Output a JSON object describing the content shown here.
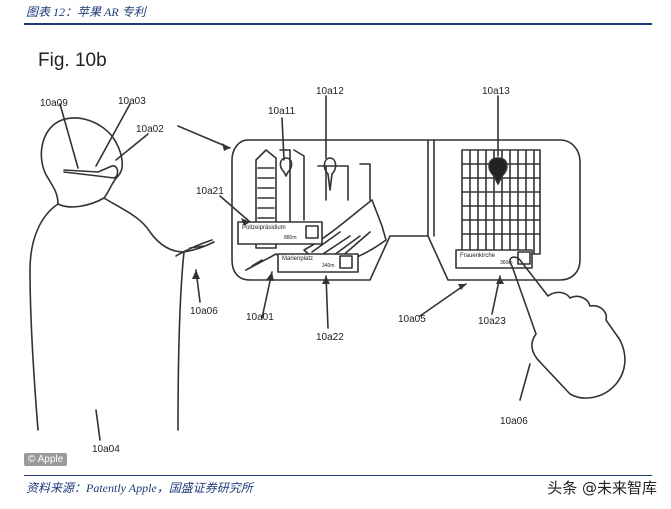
{
  "header": {
    "caption": "图表 12：苹果 AR 专利"
  },
  "figure": {
    "title": "Fig. 10b",
    "labels": {
      "l_10a09": "10a09",
      "l_10a03": "10a03",
      "l_10a02": "10a02",
      "l_10a11": "10a11",
      "l_10a12": "10a12",
      "l_10a13": "10a13",
      "l_10a21": "10a21",
      "l_10a06a": "10a06",
      "l_10a01": "10a01",
      "l_10a22": "10a22",
      "l_10a05": "10a05",
      "l_10a23": "10a23",
      "l_10a06b": "10a06",
      "l_10a04": "10a04"
    },
    "cards": {
      "card1_title": "Polizeipräsidium",
      "card1_dist": "880m",
      "card2_title": "Marienplatz",
      "card2_dist": "340m",
      "card3_title": "Frauenkirche",
      "card3_dist": "360m"
    },
    "copyright": "© Apple"
  },
  "footer": {
    "source": "资料来源：Patently Apple，国盛证券研究所",
    "watermark": "头条 @未来智库"
  }
}
